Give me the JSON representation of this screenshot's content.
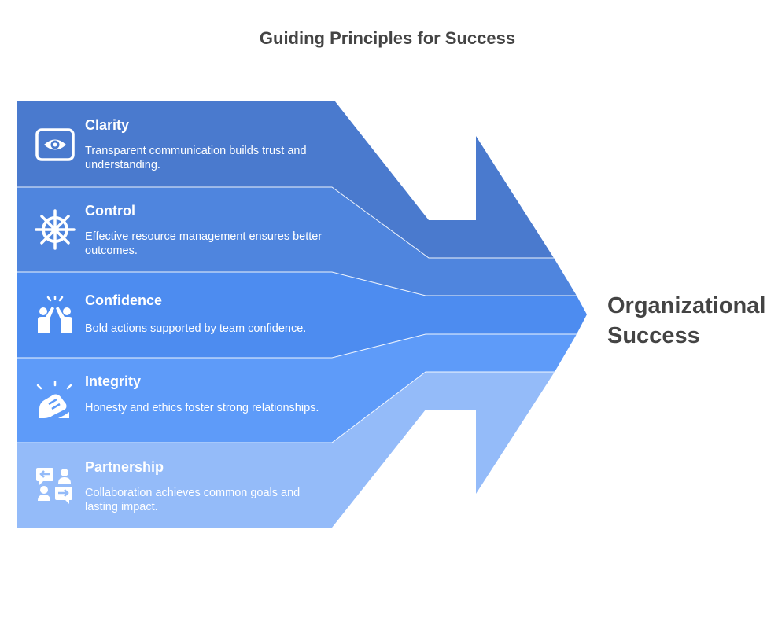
{
  "title": "Guiding Principles for Success",
  "outcome": "Organizational Success",
  "principles": [
    {
      "title": "Clarity",
      "description": "Transparent communication builds trust and understanding.",
      "icon": "eye-icon",
      "color": "#4A7ACE"
    },
    {
      "title": "Control",
      "description": "Effective resource management ensures better outcomes.",
      "icon": "ship-wheel-icon",
      "color": "#4F85DE"
    },
    {
      "title": "Confidence",
      "description": "Bold actions supported by team confidence.",
      "icon": "high-five-icon",
      "color": "#4D8CF0"
    },
    {
      "title": "Integrity",
      "description": "Honesty and ethics foster strong relationships.",
      "icon": "handshake-icon",
      "color": "#5E9BF9"
    },
    {
      "title": "Partnership",
      "description": "Collaboration achieves common goals and lasting impact.",
      "icon": "exchange-chat-icon",
      "color": "#94BBF9"
    }
  ]
}
